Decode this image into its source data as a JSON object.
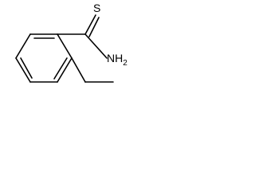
{
  "molecule": {
    "atoms": {
      "sulfur": "S",
      "amine_n": "NH",
      "amine_h_count": "2"
    },
    "bond_color": "#000000",
    "background": "#ffffff"
  }
}
